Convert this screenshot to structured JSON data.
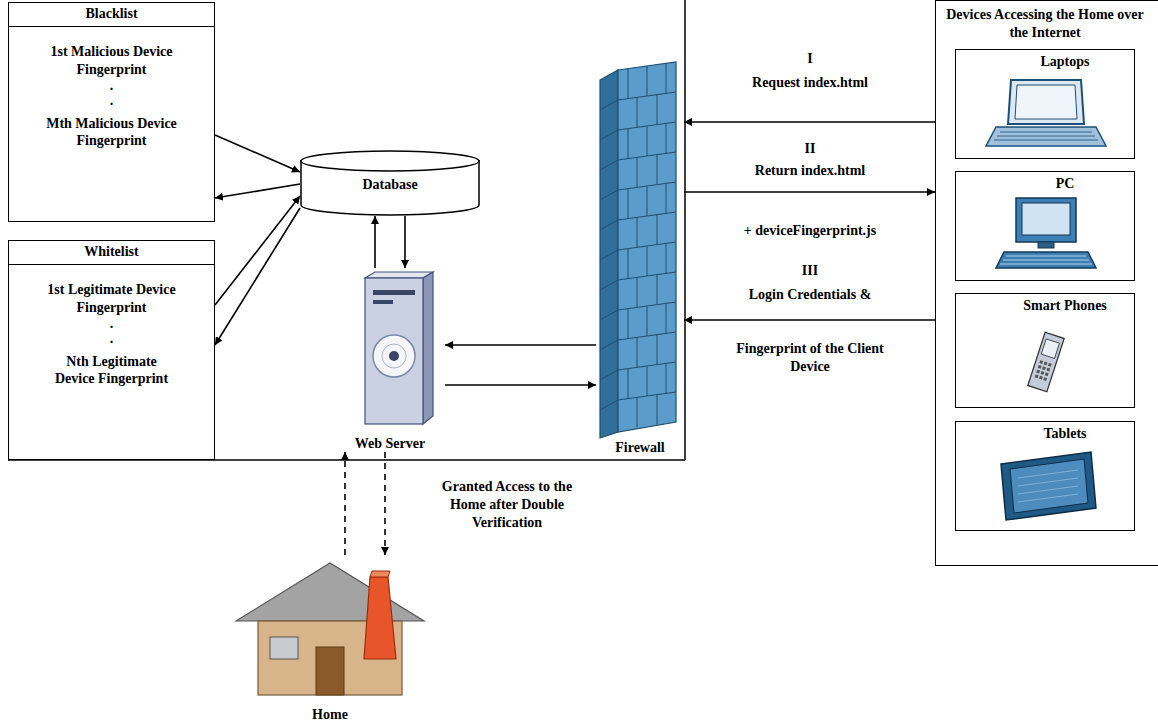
{
  "diagram": {
    "nodes": [
      {
        "text": [
          "Blacklist",
          "1st Malicious Device Fingerprint",
          ".",
          ".",
          "Mth Malicious Device Fingerprint"
        ]
      },
      {
        "text": [
          "Whitelist",
          "1st Legitimate Device Fingerprint",
          ".",
          ".",
          "Nth Legitimate Device Fingerprint"
        ]
      },
      {
        "text": [
          "Database"
        ]
      },
      {
        "text": [
          "Web Server"
        ]
      },
      {
        "text": [
          "Firewall"
        ]
      },
      {
        "text": [
          "Devices Accessing the Home over the Internet"
        ]
      },
      {
        "text": [
          "Laptops"
        ],
        "in": 5
      },
      {
        "text": [
          "PC"
        ],
        "in": 5
      },
      {
        "text": [
          "Smart Phones"
        ],
        "in": 5
      },
      {
        "text": [
          "Tablets"
        ],
        "in": 5
      },
      {
        "text": [
          "Home"
        ]
      }
    ],
    "edges": [
      {
        "from": 0,
        "to": 2,
        "arrow": "to"
      },
      {
        "from": 2,
        "to": 0,
        "arrow": "to"
      },
      {
        "from": 1,
        "to": 2,
        "arrow": "to"
      },
      {
        "from": 2,
        "to": 1,
        "arrow": "to"
      },
      {
        "from": 2,
        "to": 3,
        "arrow": "to"
      },
      {
        "from": 3,
        "to": 2,
        "arrow": "to"
      },
      {
        "from": 4,
        "to": 3,
        "arrow": "to"
      },
      {
        "from": 3,
        "to": 4,
        "arrow": "to"
      },
      {
        "from": 5,
        "to": 4,
        "label": "Request index.html",
        "arrow": "to"
      },
      {
        "from": 4,
        "to": 5,
        "label": "Return index.html",
        "arrow": "to"
      },
      {
        "from": 5,
        "to": 4,
        "label": "Login Credentials &",
        "arrow": "to"
      },
      {
        "from": 10,
        "to": 3,
        "arrow": "to"
      },
      {
        "from": 3,
        "to": 10,
        "arrow": "to"
      }
    ],
    "labels": [
      "I",
      "II",
      "+ deviceFingerprint.js",
      "III",
      "Fingerprint of the Client Device",
      "Granted Access to the Home after Double Verification"
    ]
  }
}
